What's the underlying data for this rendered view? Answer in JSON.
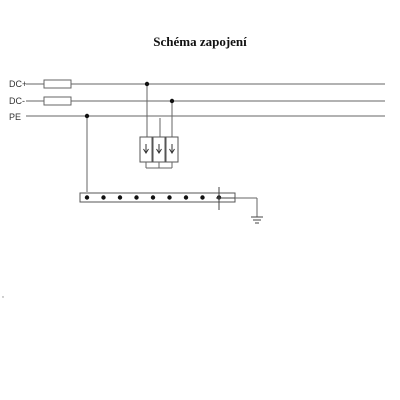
{
  "title": "Schéma zapojení",
  "lines": {
    "dc_plus": "DC+",
    "dc_minus": "DC-",
    "pe": "PE"
  },
  "spd_module_count": 3,
  "busbar_terminal_count": 9,
  "colors": {
    "wire": "#666666",
    "node": "#111111",
    "component_stroke": "#555555"
  }
}
